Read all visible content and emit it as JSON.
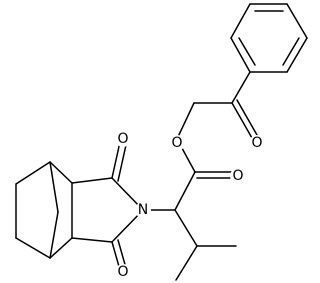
{
  "molecule": {
    "atoms": [
      {
        "id": "O1",
        "label": "O"
      },
      {
        "id": "O2",
        "label": "O"
      },
      {
        "id": "O3",
        "label": "O"
      },
      {
        "id": "N1",
        "label": "N"
      },
      {
        "id": "O4",
        "label": "O"
      },
      {
        "id": "O5",
        "label": "O"
      }
    ]
  }
}
